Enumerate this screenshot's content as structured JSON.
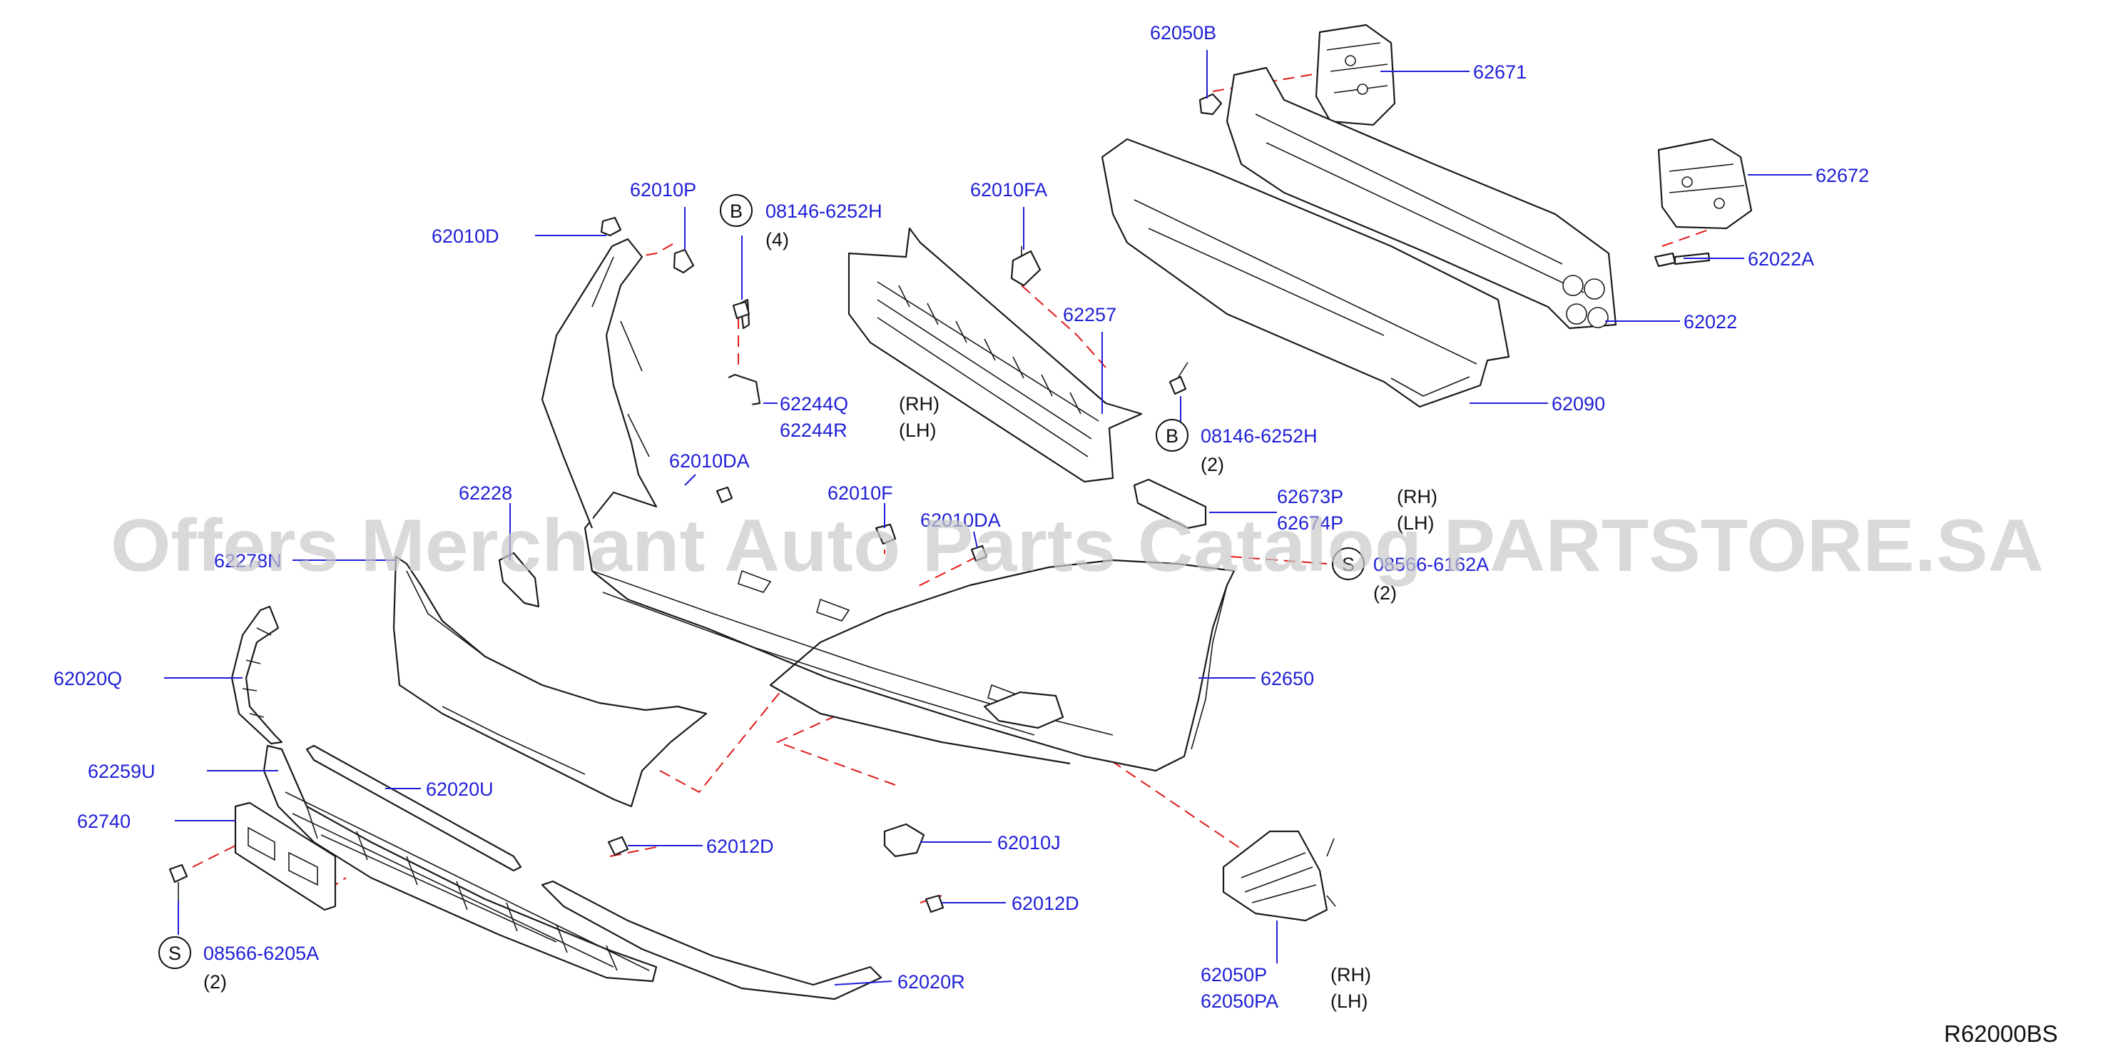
{
  "labels": {
    "p62050B": "62050B",
    "p62671": "62671",
    "p62672": "62672",
    "p62022A": "62022A",
    "p62022": "62022",
    "p62090": "62090",
    "p62010FA": "62010FA",
    "p62257": "62257",
    "p62010P": "62010P",
    "p08146_top": "08146-6252H",
    "p62010D": "62010D",
    "p62244Q": "62244Q",
    "p62244R": "62244R",
    "p62010DA_a": "62010DA",
    "p08146_mid": "08146-6252H",
    "p62228": "62228",
    "p62278N": "62278N",
    "p62010F": "62010F",
    "p62010DA_b": "62010DA",
    "p62673P": "62673P",
    "p62674P": "62674P",
    "p08566_right": "08566-6162A",
    "p62650": "62650",
    "p62020Q": "62020Q",
    "p62259U": "62259U",
    "p62020U": "62020U",
    "p62740": "62740",
    "p62012D_a": "62012D",
    "p62010J": "62010J",
    "p62012D_b": "62012D",
    "p08566_left": "08566-6205A",
    "p62020R": "62020R",
    "p62050P": "62050P",
    "p62050PA": "62050PA"
  },
  "side_notes": {
    "rh": "(RH)",
    "lh": "(LH)"
  },
  "quantities": {
    "q4": "(4)",
    "q2": "(2)"
  },
  "circle_letters": {
    "b": "B",
    "s": "S"
  },
  "watermark": "Offers Merchant Auto Parts Catalog PARTSTORE.SA",
  "reference_code": "R62000BS",
  "colors": {
    "label_blue": "#1f1fd6",
    "dash_red": "#e01a1a",
    "watermark_gray": "#c9c9c9"
  }
}
